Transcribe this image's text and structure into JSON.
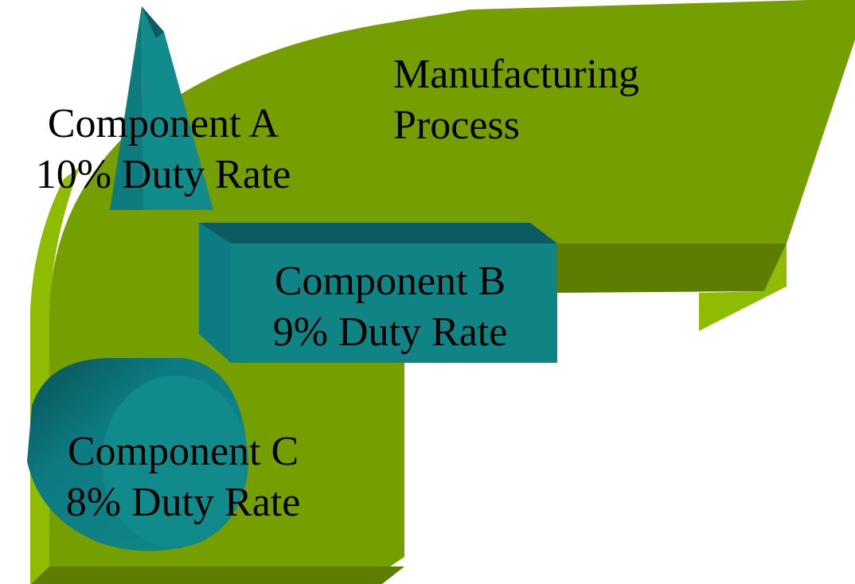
{
  "diagram": {
    "process": {
      "line1": "Manufacturing",
      "line2": "Process",
      "color": "#759e00"
    },
    "components": [
      {
        "name": "Component A",
        "rate": "10% Duty Rate",
        "shape": "pyramid",
        "color": "#008080"
      },
      {
        "name": "Component B",
        "rate": "9% Duty Rate",
        "shape": "box",
        "color": "#008080"
      },
      {
        "name": "Component C",
        "rate": "8% Duty Rate",
        "shape": "cylinder",
        "color": "#008080"
      }
    ]
  }
}
